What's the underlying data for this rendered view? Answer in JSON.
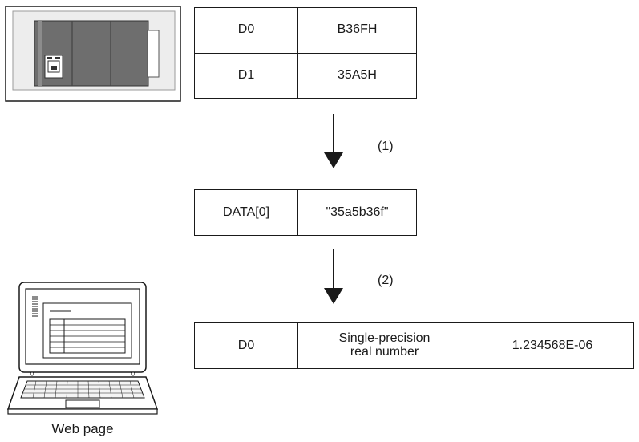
{
  "table_top": {
    "rows": [
      {
        "device": "D0",
        "value": "B36FH"
      },
      {
        "device": "D1",
        "value": "35A5H"
      }
    ]
  },
  "step1": {
    "label": "(1)"
  },
  "table_mid": {
    "name": "DATA[0]",
    "value": "\"35a5b36f\""
  },
  "step2": {
    "label": "(2)"
  },
  "table_bottom": {
    "device": "D0",
    "type_line1": "Single-precision",
    "type_line2": "real number",
    "value": "1.234568E-06"
  },
  "laptop": {
    "caption": "Web page"
  },
  "colors": {
    "line": "#1a1a1a",
    "plc_body": "#6e6e6e",
    "plc_panel": "#ededed"
  },
  "icons": [
    "plc-module-icon",
    "laptop-icon",
    "down-arrow-icon"
  ]
}
